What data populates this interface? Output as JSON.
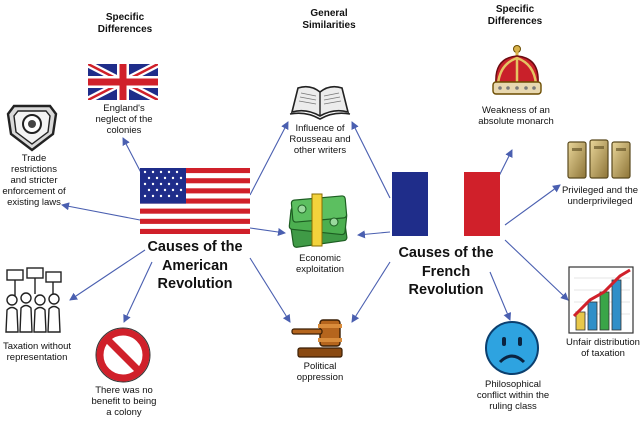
{
  "headers": {
    "american_specific": "Specific Differences",
    "general": "General Similarities",
    "french_specific": "Specific Differences"
  },
  "hubs": {
    "american": "Causes of the American Revolution",
    "french": "Causes of the French Revolution"
  },
  "american_causes": {
    "england": "England's neglect of the colonies",
    "trade": "Trade restrictions and stricter enforcement of existing laws",
    "taxation": "Taxation without representation",
    "benefit": "There was no benefit to being a colony"
  },
  "shared_causes": {
    "rousseau": "Influence of Rousseau and other writers",
    "economic": "Economic exploitation",
    "political": "Political oppression"
  },
  "french_causes": {
    "monarch": "Weakness of an absolute monarch",
    "privileged": "Privileged and the underprivileged",
    "unfair": "Unfair distribution of taxation",
    "philosophical": "Philosophical conflict within the ruling class"
  },
  "colors": {
    "arrow": "#4a5fb0",
    "flag_blue": "#1f2d8a",
    "flag_red": "#d0202a"
  },
  "icons": [
    "union-jack-icon",
    "police-badge-icon",
    "protest-crowd-icon",
    "no-sign-icon",
    "open-book-icon",
    "money-stack-icon",
    "gavel-icon",
    "crown-icon",
    "gold-bars-icon",
    "rising-bar-chart-icon",
    "frown-face-icon",
    "us-flag-icon",
    "french-flag-icon"
  ]
}
